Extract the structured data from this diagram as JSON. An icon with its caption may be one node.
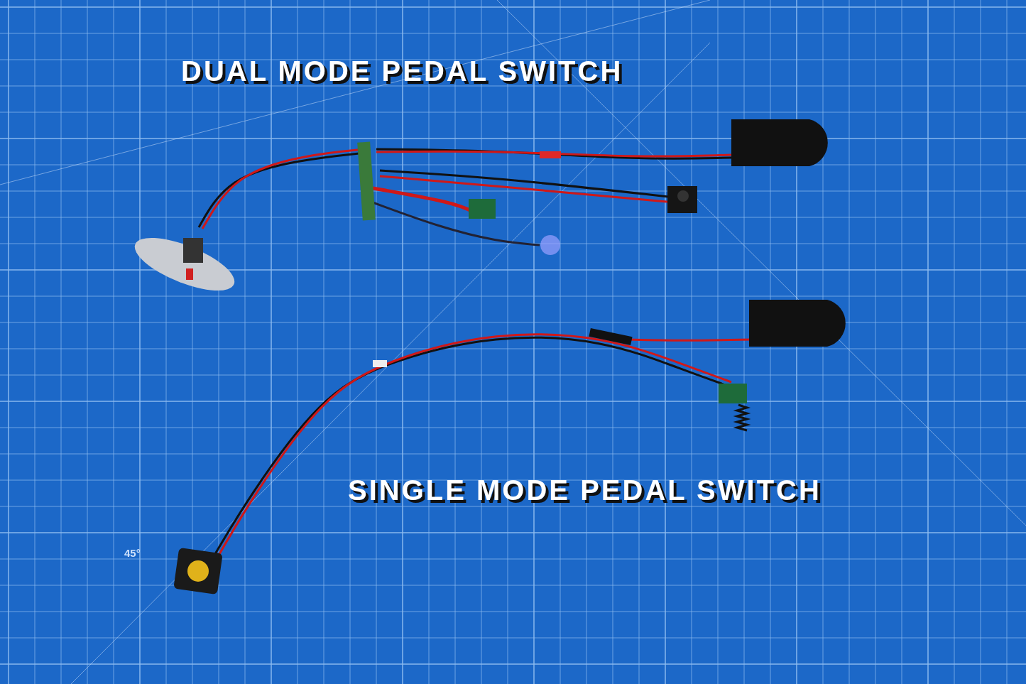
{
  "diagram": {
    "labels": [
      "DUAL MODE PEDAL SWITCH",
      "SINGLE MODE PEDAL SWITCH",
      "45°"
    ]
  }
}
